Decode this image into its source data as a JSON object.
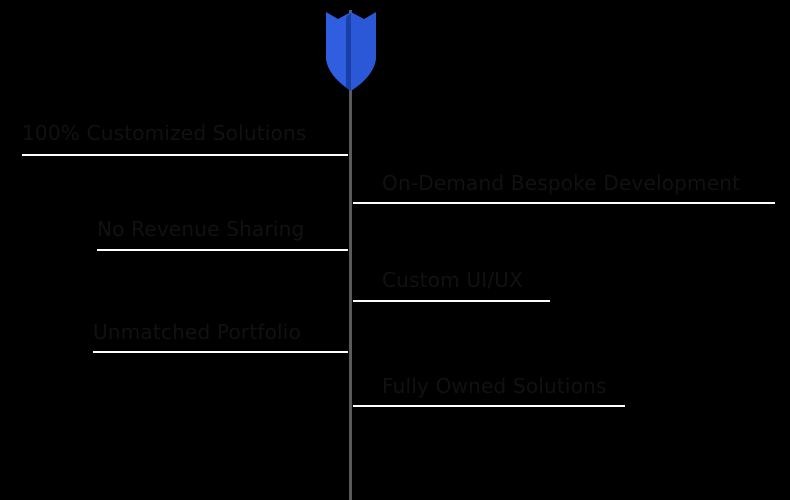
{
  "features": {
    "left": [
      {
        "label": "100% Customized Solutions"
      },
      {
        "label": "No Revenue Sharing"
      },
      {
        "label": "Unmatched Portfolio"
      }
    ],
    "right": [
      {
        "label": "On-Demand Bespoke Development"
      },
      {
        "label": "Custom UI/UX"
      },
      {
        "label": "Fully Owned Solutions"
      }
    ]
  },
  "colors": {
    "background": "#000000",
    "text": "#111111",
    "rule": "#ffffff",
    "axis": "#5a5a5a",
    "shield_light": "#2f5fe0",
    "shield_dark": "#1a3fa8"
  },
  "icons": {
    "arrow_head": "shield-arrowhead-icon"
  }
}
